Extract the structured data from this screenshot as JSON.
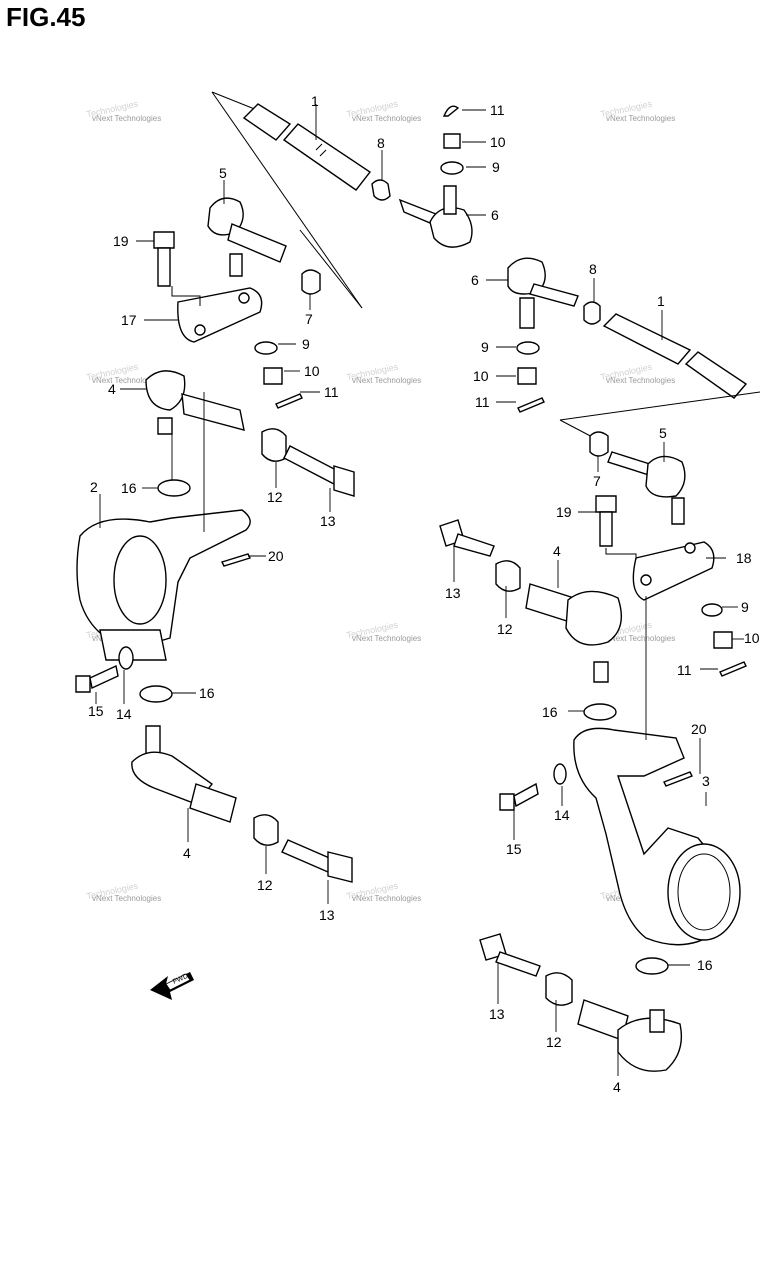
{
  "figure": {
    "title": "FIG.45",
    "watermark": "vNext Technologies",
    "watermark_ghost": "Technologies",
    "fwd_label": "FWD"
  },
  "callouts": [
    {
      "id": "c1",
      "label": "1"
    },
    {
      "id": "c2",
      "label": "11"
    },
    {
      "id": "c3",
      "label": "10"
    },
    {
      "id": "c4",
      "label": "8"
    },
    {
      "id": "c5",
      "label": "9"
    },
    {
      "id": "c6",
      "label": "6"
    },
    {
      "id": "c7",
      "label": "5"
    },
    {
      "id": "c8",
      "label": "19"
    },
    {
      "id": "c9",
      "label": "7"
    },
    {
      "id": "c10",
      "label": "17"
    },
    {
      "id": "c11",
      "label": "9"
    },
    {
      "id": "c12",
      "label": "10"
    },
    {
      "id": "c13",
      "label": "4"
    },
    {
      "id": "c14",
      "label": "11"
    },
    {
      "id": "c15",
      "label": "6"
    },
    {
      "id": "c16",
      "label": "8"
    },
    {
      "id": "c17",
      "label": "1"
    },
    {
      "id": "c18",
      "label": "9"
    },
    {
      "id": "c19",
      "label": "10"
    },
    {
      "id": "c20",
      "label": "11"
    },
    {
      "id": "c21",
      "label": "2"
    },
    {
      "id": "c22",
      "label": "16"
    },
    {
      "id": "c23",
      "label": "12"
    },
    {
      "id": "c24",
      "label": "13"
    },
    {
      "id": "c25",
      "label": "20"
    },
    {
      "id": "c26",
      "label": "5"
    },
    {
      "id": "c27",
      "label": "7"
    },
    {
      "id": "c28",
      "label": "19"
    },
    {
      "id": "c29",
      "label": "18"
    },
    {
      "id": "c30",
      "label": "13"
    },
    {
      "id": "c31",
      "label": "4"
    },
    {
      "id": "c32",
      "label": "12"
    },
    {
      "id": "c33",
      "label": "9"
    },
    {
      "id": "c34",
      "label": "10"
    },
    {
      "id": "c35",
      "label": "11"
    },
    {
      "id": "c36",
      "label": "15"
    },
    {
      "id": "c37",
      "label": "14"
    },
    {
      "id": "c38",
      "label": "16"
    },
    {
      "id": "c39",
      "label": "16"
    },
    {
      "id": "c40",
      "label": "20"
    },
    {
      "id": "c41",
      "label": "3"
    },
    {
      "id": "c42",
      "label": "4"
    },
    {
      "id": "c43",
      "label": "14"
    },
    {
      "id": "c44",
      "label": "15"
    },
    {
      "id": "c45",
      "label": "12"
    },
    {
      "id": "c46",
      "label": "13"
    },
    {
      "id": "c47",
      "label": "16"
    },
    {
      "id": "c48",
      "label": "13"
    },
    {
      "id": "c49",
      "label": "12"
    },
    {
      "id": "c50",
      "label": "4"
    }
  ]
}
